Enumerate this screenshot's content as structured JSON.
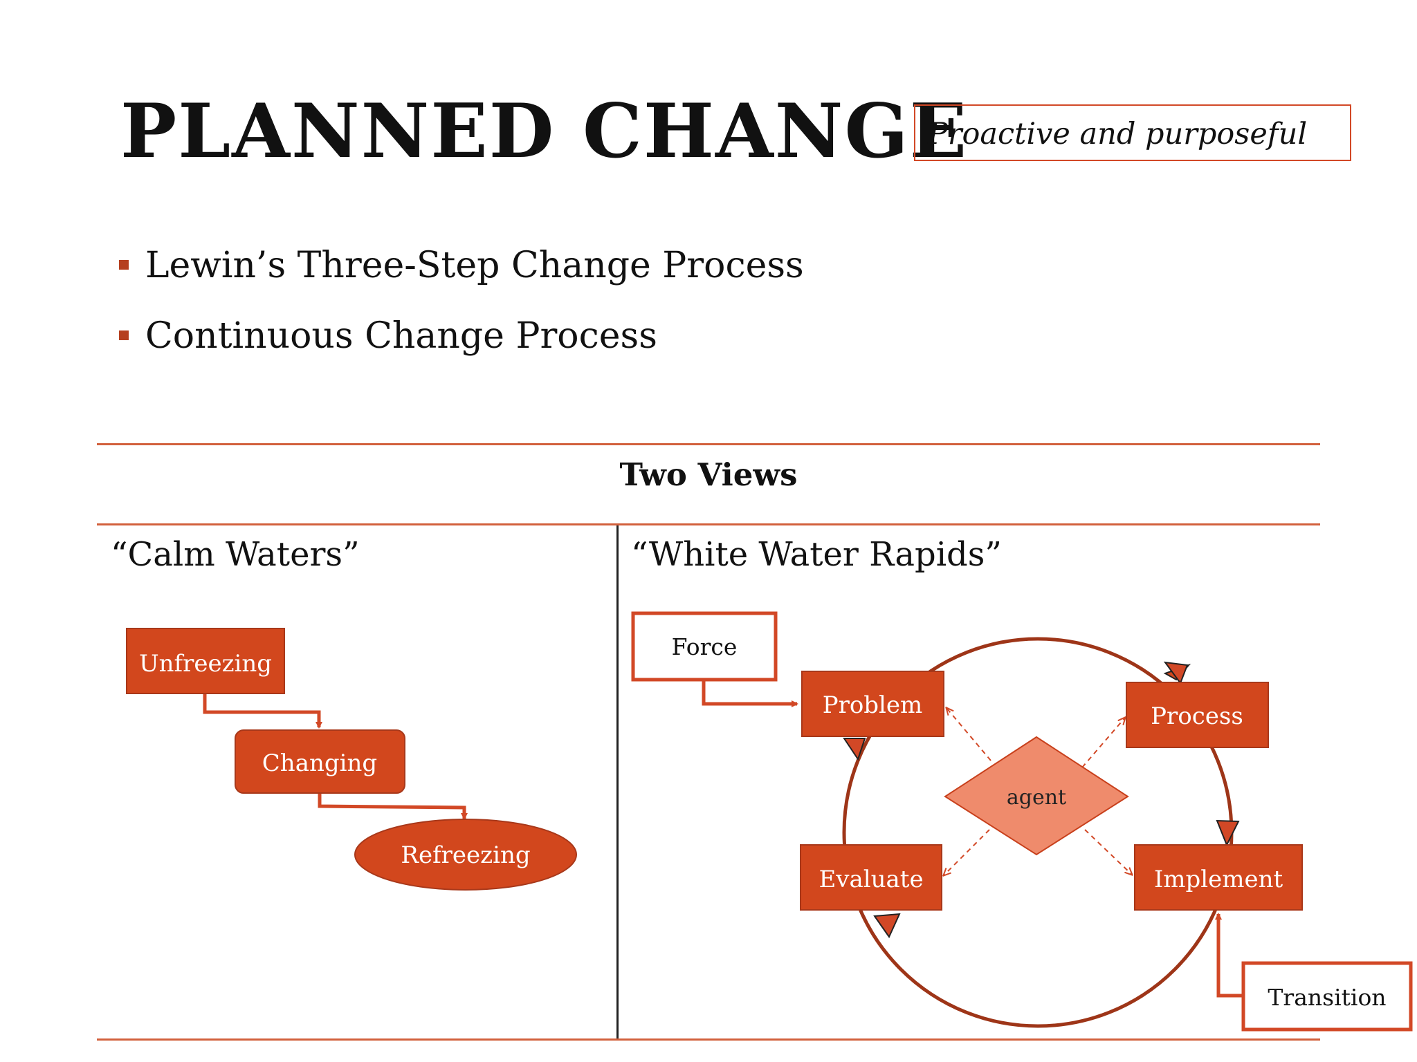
{
  "slide": {
    "title": "PLANNED CHANGE",
    "tagline": "Proactive and purposeful",
    "bullets": [
      "Lewin’s Three-Step Change Process",
      "Continuous Change Process"
    ]
  },
  "table": {
    "header": "Two Views",
    "left_heading": "“Calm Waters”",
    "right_heading": "“White Water Rapids”"
  },
  "calm_waters": {
    "steps": [
      "Unfreezing",
      "Changing",
      "Refreezing"
    ]
  },
  "white_water": {
    "cycle": [
      "Problem",
      "Process",
      "Implement",
      "Evaluate"
    ],
    "center": "agent",
    "force": "Force",
    "transition": "Transition"
  },
  "colors": {
    "accent": "#d24826",
    "box_fill": "#d2471d",
    "diamond_fill": "#ef8b6c",
    "cycle_line": "#9e3518"
  }
}
